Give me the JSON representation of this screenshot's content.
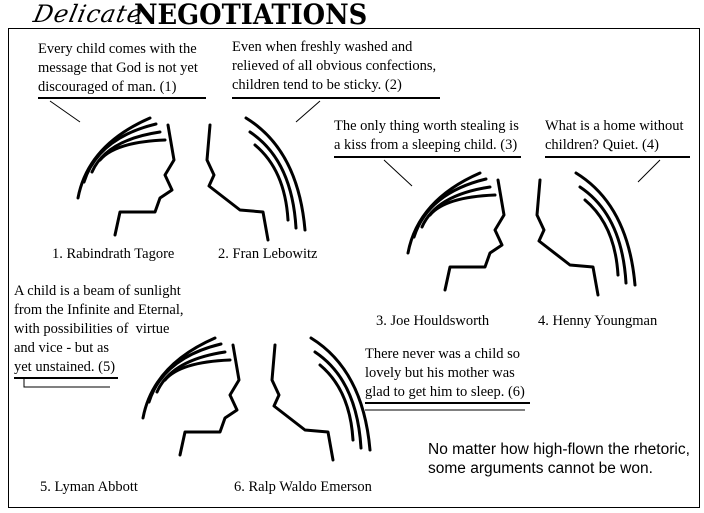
{
  "title": {
    "script": "Delicate",
    "bold": "NEGOTIATIONS"
  },
  "quotes": [
    "Every child comes with the\nmessage that God is not yet\ndiscouraged of man. (1)",
    "Even when freshly washed and\nrelieved of all obvious confections,\nchildren tend to be sticky. (2)",
    "The only thing worth stealing is\na kiss from a sleeping child. (3)",
    "What is a home without\nchildren? Quiet. (4)",
    "A child is a beam of sunlight\nfrom the Infinite and Eternal,\nwith possibilities of  virtue\nand vice - but as\nyet unstained. (5)",
    "There never was a child so\nlovely but his mother was\nglad to get him to sleep. (6)"
  ],
  "captions": [
    "1. Rabindrath Tagore",
    "2. Fran Lebowitz",
    "3. Joe Houldsworth",
    "4. Henny Youngman",
    "5. Lyman Abbott",
    "6. Ralp Waldo Emerson"
  ],
  "moral": "No matter how high-flown the rhetoric,\nsome arguments cannot be won."
}
